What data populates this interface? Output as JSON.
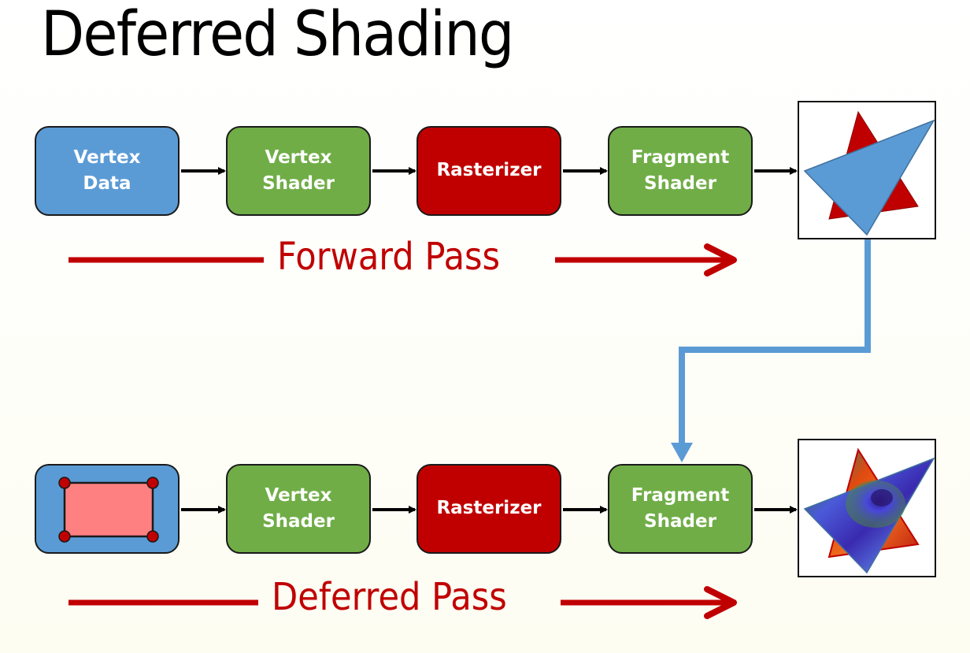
{
  "title": "Deferred Shading",
  "colors": {
    "vertex_data": "#5b9bd5",
    "shader": "#70ad47",
    "rasterizer": "#c00000",
    "pass_arrow": "#c00000",
    "connector": "#5b9bd5",
    "triangle_red": "#c00000",
    "triangle_blue": "#5b9bd5",
    "quad_fill": "#ff8080",
    "quad_vertex": "#c00000"
  },
  "forward_pass": {
    "label": "Forward Pass",
    "stages": [
      {
        "line1": "Vertex",
        "line2": "Data",
        "type": "vertex-data"
      },
      {
        "line1": "Vertex",
        "line2": "Shader",
        "type": "shader"
      },
      {
        "line1": "Rasterizer",
        "line2": "",
        "type": "rasterizer"
      },
      {
        "line1": "Fragment",
        "line2": "Shader",
        "type": "shader"
      }
    ],
    "output": "flat-shaded-triangles"
  },
  "deferred_pass": {
    "label": "Deferred Pass",
    "stages": [
      {
        "line1": "",
        "line2": "",
        "type": "fullscreen-quad"
      },
      {
        "line1": "Vertex",
        "line2": "Shader",
        "type": "shader"
      },
      {
        "line1": "Rasterizer",
        "line2": "",
        "type": "rasterizer"
      },
      {
        "line1": "Fragment",
        "line2": "Shader",
        "type": "shader"
      }
    ],
    "output": "textured-triangles"
  }
}
